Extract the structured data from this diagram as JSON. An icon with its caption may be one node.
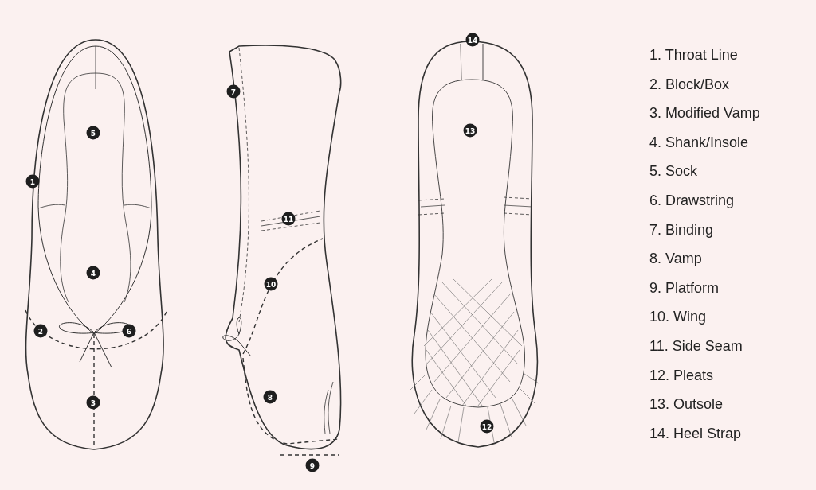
{
  "diagram": {
    "labels": [
      "1",
      "2",
      "3",
      "4",
      "5",
      "6",
      "7",
      "8",
      "9",
      "10",
      "11",
      "12",
      "13",
      "14",
      "1. Throat Line",
      "2. Block/Box",
      "3. Modified Vamp",
      "4. Shank/Insole",
      "5. Sock",
      "6. Drawstring",
      "7. Binding",
      "8. Vamp",
      "9. Platform",
      "10. Wing",
      "11. Side Seam",
      "12. Pleats",
      "13. Outsole",
      "14. Heel Strap"
    ]
  }
}
